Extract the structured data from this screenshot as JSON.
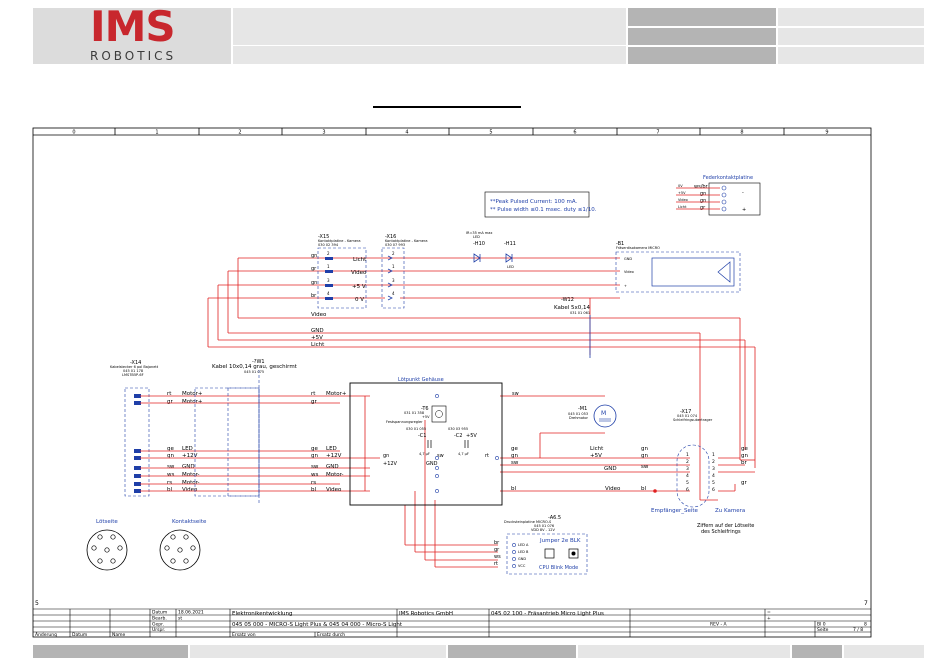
{
  "header": {
    "logo_main": "IMS",
    "logo_sub": "ROBOTICS"
  },
  "frame": {
    "columns": [
      "0",
      "1",
      "2",
      "3",
      "4",
      "5",
      "6",
      "7",
      "8",
      "9"
    ],
    "row_left": "5",
    "row_right": "7"
  },
  "notes": {
    "peak_line1": "**Peak Pulsed Current: 100 mA.",
    "peak_line2": "** Pulse width ≤0.1 msec. duty ≤1/10."
  },
  "x15": {
    "ref": "-X15",
    "desc1": "Kontaktplatine - Kamera",
    "desc2": "030 02 394",
    "pins": [
      "2",
      "1",
      "3",
      "4"
    ],
    "colors": [
      "gn",
      "gr",
      "gn",
      "br"
    ],
    "signals": [
      "Licht",
      "Video",
      "+5 V",
      "0 V"
    ]
  },
  "x16": {
    "ref": "-X16",
    "desc1": "Kontaktplatine - Kamera",
    "desc2": "030 07 993",
    "pins": [
      "2",
      "1",
      "3",
      "4"
    ]
  },
  "leds": {
    "spec1": "IR=35 mA max",
    "spec2": "LED",
    "h10": "-H10",
    "h11": "-H11",
    "h11_sub": "LED"
  },
  "b1": {
    "ref": "-B1",
    "desc": "Fräserdisokamera MICRO",
    "pins": [
      "GND",
      "Video",
      "+"
    ]
  },
  "w12": {
    "ref": "-W12",
    "desc": "Kabel 5x0,14",
    "num": "031 01 061"
  },
  "bus": {
    "video": "Video",
    "gnd": "GND",
    "p5v": "+5V",
    "licht": "Licht"
  },
  "fkp": {
    "title": "Federkontaktplatine",
    "rows": [
      "0V",
      "+5V",
      "Video",
      "Licht"
    ],
    "colors": [
      "ws/br",
      "gn",
      "gn",
      "gr"
    ]
  },
  "x14": {
    "ref": "-X14",
    "desc1": "Kabelstecker 6 pol Bajonett",
    "desc2": "045 01 178",
    "desc3": "LMS7B5P-6F",
    "colors": [
      "rt",
      "gr",
      "ge",
      "gn",
      "sw",
      "ws",
      "rs",
      "bl"
    ],
    "signals": [
      "Motor+",
      "Motor+",
      "LED",
      "+12V",
      "GND",
      "Motor-",
      "Motor-",
      "Video"
    ]
  },
  "w1": {
    "ref": "-?W1",
    "desc": "Kabel 10x0,14 grau, geschirmt",
    "num": "045 01 075"
  },
  "mid": {
    "colors": [
      "rt",
      "gr",
      "ge",
      "gn",
      "sw",
      "ws",
      "rs",
      "bl"
    ],
    "signals": [
      "Motor+",
      "",
      "LED",
      "+12V",
      "GND",
      "Motor-",
      "",
      "Video"
    ]
  },
  "housing": {
    "title": "Lötpunkt Gehäuse",
    "t6_ref": "-T6",
    "t6_num1": "031 01 358",
    "t6_val": "+5V",
    "t6_desc": "Festspannungsregler",
    "t6_num2": "030 01 055",
    "t6_num3": "030 03 955",
    "c1_ref": "-C1",
    "c1_val": "4,7 µF",
    "c2_ref": "-C2",
    "c2_volt": "+5V",
    "c2_val": "4,7 µF",
    "gn": "gn",
    "sw": "sw",
    "rt": "rt",
    "v12": "+12V",
    "gnd": "GND",
    "sw_top": "sw"
  },
  "m1": {
    "ref": "-M1",
    "num1": "045 01 053",
    "desc": "Drehmotor",
    "sym": "M"
  },
  "right_bus": {
    "colors": [
      "ge",
      "gn",
      "sw",
      "bl"
    ],
    "signals": [
      "Licht",
      "+5V",
      "GND",
      "Video"
    ],
    "x17_colors": [
      "gn",
      "gn",
      "sw",
      "bl"
    ]
  },
  "x17": {
    "ref": "-X17",
    "num": "045 01 074",
    "desc": "Schleifringsubertrager",
    "pins_left": [
      "1",
      "2",
      "3",
      "4",
      "5",
      "6"
    ],
    "pins_right": [
      "1",
      "2",
      "3",
      "4",
      "5",
      "6"
    ],
    "out_colors": [
      "ge",
      "gn",
      "br",
      "gr"
    ],
    "empf": "Empfänger_Seite",
    "kamera": "Zu Kamera",
    "ziffern1": "Ziffern auf der Lötseite",
    "ziffern2": "des Schleifrings"
  },
  "a65": {
    "ref": "-A6.5",
    "desc1": "Drucksteinplatine MICRO-S",
    "desc2": "045 01 076",
    "desc3": "VDD 8V - 12V",
    "wire_colors": [
      "br",
      "gr",
      "ws",
      "rt"
    ],
    "pins": [
      "LED A",
      "LED B",
      "GND",
      "VCC"
    ],
    "jumper": "Jumper 2e BLK",
    "mode": "CPU Blink Mode"
  },
  "connectors": {
    "loet": "Lötseite",
    "kontakt": "Kontaktseite"
  },
  "titleblock": {
    "datum_label": "Datum",
    "datum_val": "18.06.2021",
    "bearb_label": "Bearb.",
    "bearb_val": "st",
    "gepr_label": "Gepr.",
    "urspr_label": "Urspr.",
    "aend": "Änderung",
    "datum2": "Datum",
    "name": "Name",
    "ersatz_fuer": "Ersatz von",
    "ersatz_durch": "Ersatz durch",
    "abteilung": "Elektronikentwicklung",
    "drawing": "045 05 000 - MICRO-S Light Plus & 045 04 000 - Micro-S Light",
    "company": "IMS Robotics GmbH",
    "product": "045 02 100 - Fräsantrieb Micro Light Plus",
    "rev": "REV - A",
    "eq1": "=",
    "eq2": "+",
    "blatt": "Bl 0",
    "blatt_n": "8",
    "seite": "Seite",
    "seite_n": "7 / 8"
  },
  "colors": {
    "wire": "#e02020",
    "device": "#1f3fa8",
    "frame": "#000000",
    "logo_red": "#c8272d"
  }
}
